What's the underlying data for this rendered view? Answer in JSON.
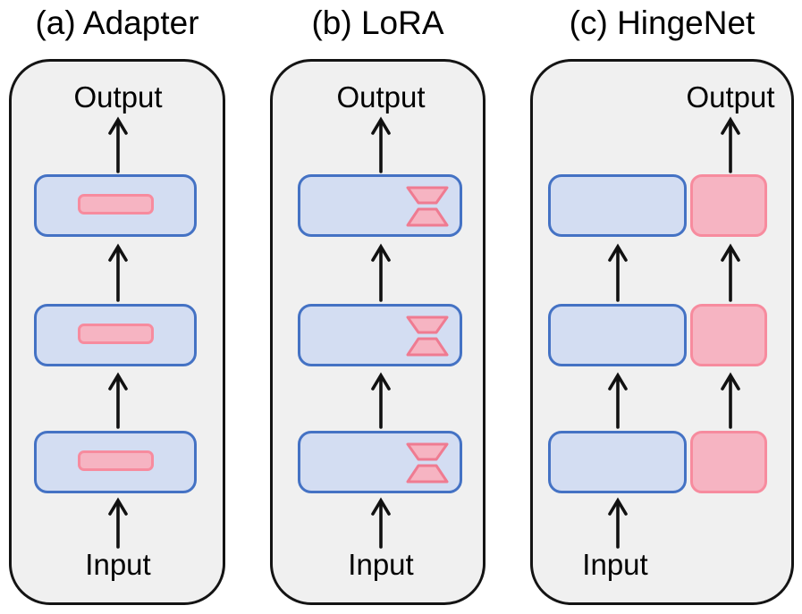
{
  "figure": {
    "kind": "parameter-efficient-finetuning-comparison",
    "panels": [
      {
        "title": "(a) Adapter",
        "output_label": "Output",
        "input_label": "Input",
        "num_layers": 3,
        "tunable_module": "adapter-inserted-inside-frozen-layer"
      },
      {
        "title": "(b) LoRA",
        "output_label": "Output",
        "input_label": "Input",
        "num_layers": 3,
        "tunable_module": "low-rank-down-up-projection-inside-frozen-layer"
      },
      {
        "title": "(c) HingeNet",
        "output_label": "Output",
        "input_label": "Input",
        "num_layers": 3,
        "tunable_module": "parallel-hinge-side-network",
        "output_from": "hinge-column",
        "input_to": "frozen-column"
      }
    ],
    "colors": {
      "frozen_fill": "#d3ddf2",
      "frozen_border": "#4472c4",
      "tunable_fill": "#f6b4c2",
      "tunable_border": "#f78b9e",
      "lora_border": "#ef7b91",
      "frame_fill": "#f0f0f0",
      "frame_border": "#141414",
      "arrow": "#111111",
      "page_bg": "#ffffff"
    }
  }
}
